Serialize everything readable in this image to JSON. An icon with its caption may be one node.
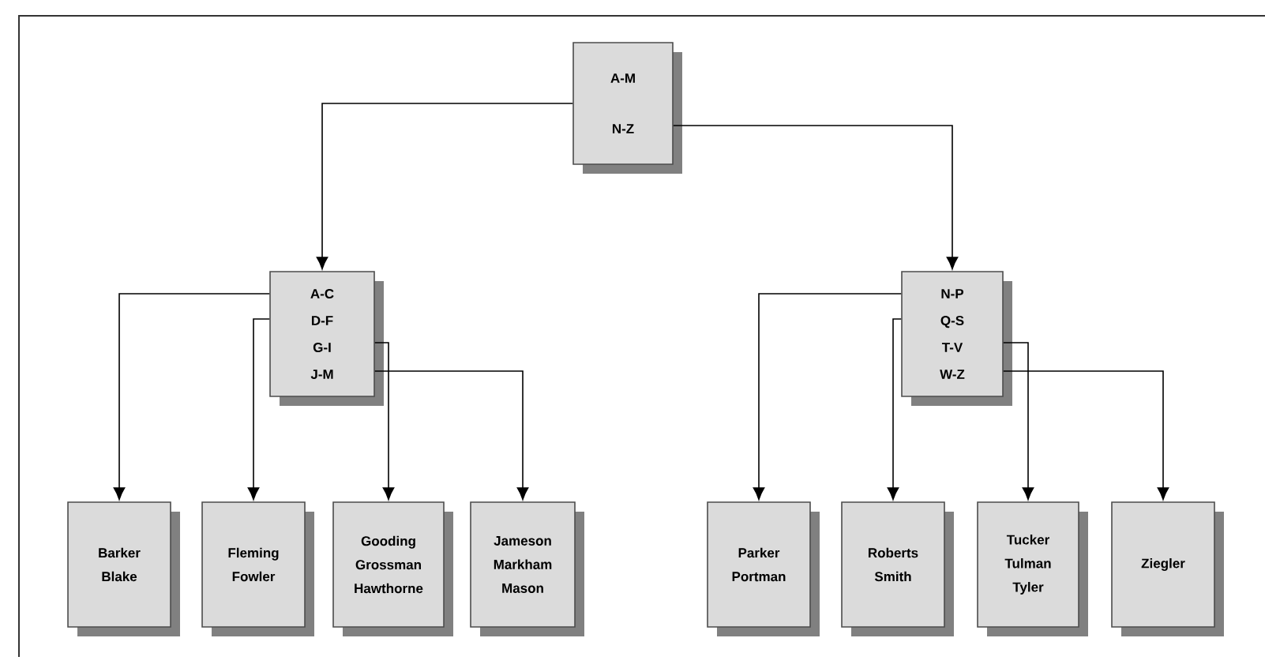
{
  "diagram": {
    "nodes": [
      {
        "text": [
          "A-M",
          "N-Z"
        ]
      },
      {
        "text": [
          "A-C",
          "D-F",
          "G-I",
          "J-M"
        ]
      },
      {
        "text": [
          "N-P",
          "Q-S",
          "T-V",
          "W-Z"
        ]
      },
      {
        "text": [
          "Barker",
          "Blake"
        ]
      },
      {
        "text": [
          "Fleming",
          "Fowler"
        ]
      },
      {
        "text": [
          "Gooding",
          "Grossman",
          "Hawthorne"
        ]
      },
      {
        "text": [
          "Jameson",
          "Markham",
          "Mason"
        ]
      },
      {
        "text": [
          "Parker",
          "Portman"
        ]
      },
      {
        "text": [
          "Roberts",
          "Smith"
        ]
      },
      {
        "text": [
          "Tucker",
          "Tulman",
          "Tyler"
        ]
      },
      {
        "text": [
          "Ziegler"
        ]
      }
    ],
    "edges": [
      {
        "from": 0,
        "to": 1,
        "arrow": "to"
      },
      {
        "from": 0,
        "to": 2,
        "arrow": "to"
      },
      {
        "from": 1,
        "to": 3,
        "arrow": "to"
      },
      {
        "from": 1,
        "to": 4,
        "arrow": "to"
      },
      {
        "from": 1,
        "to": 5,
        "arrow": "to"
      },
      {
        "from": 1,
        "to": 6,
        "arrow": "to"
      },
      {
        "from": 2,
        "to": 7,
        "arrow": "to"
      },
      {
        "from": 2,
        "to": 8,
        "arrow": "to"
      },
      {
        "from": 2,
        "to": 9,
        "arrow": "to"
      },
      {
        "from": 2,
        "to": 10,
        "arrow": "to"
      }
    ]
  }
}
